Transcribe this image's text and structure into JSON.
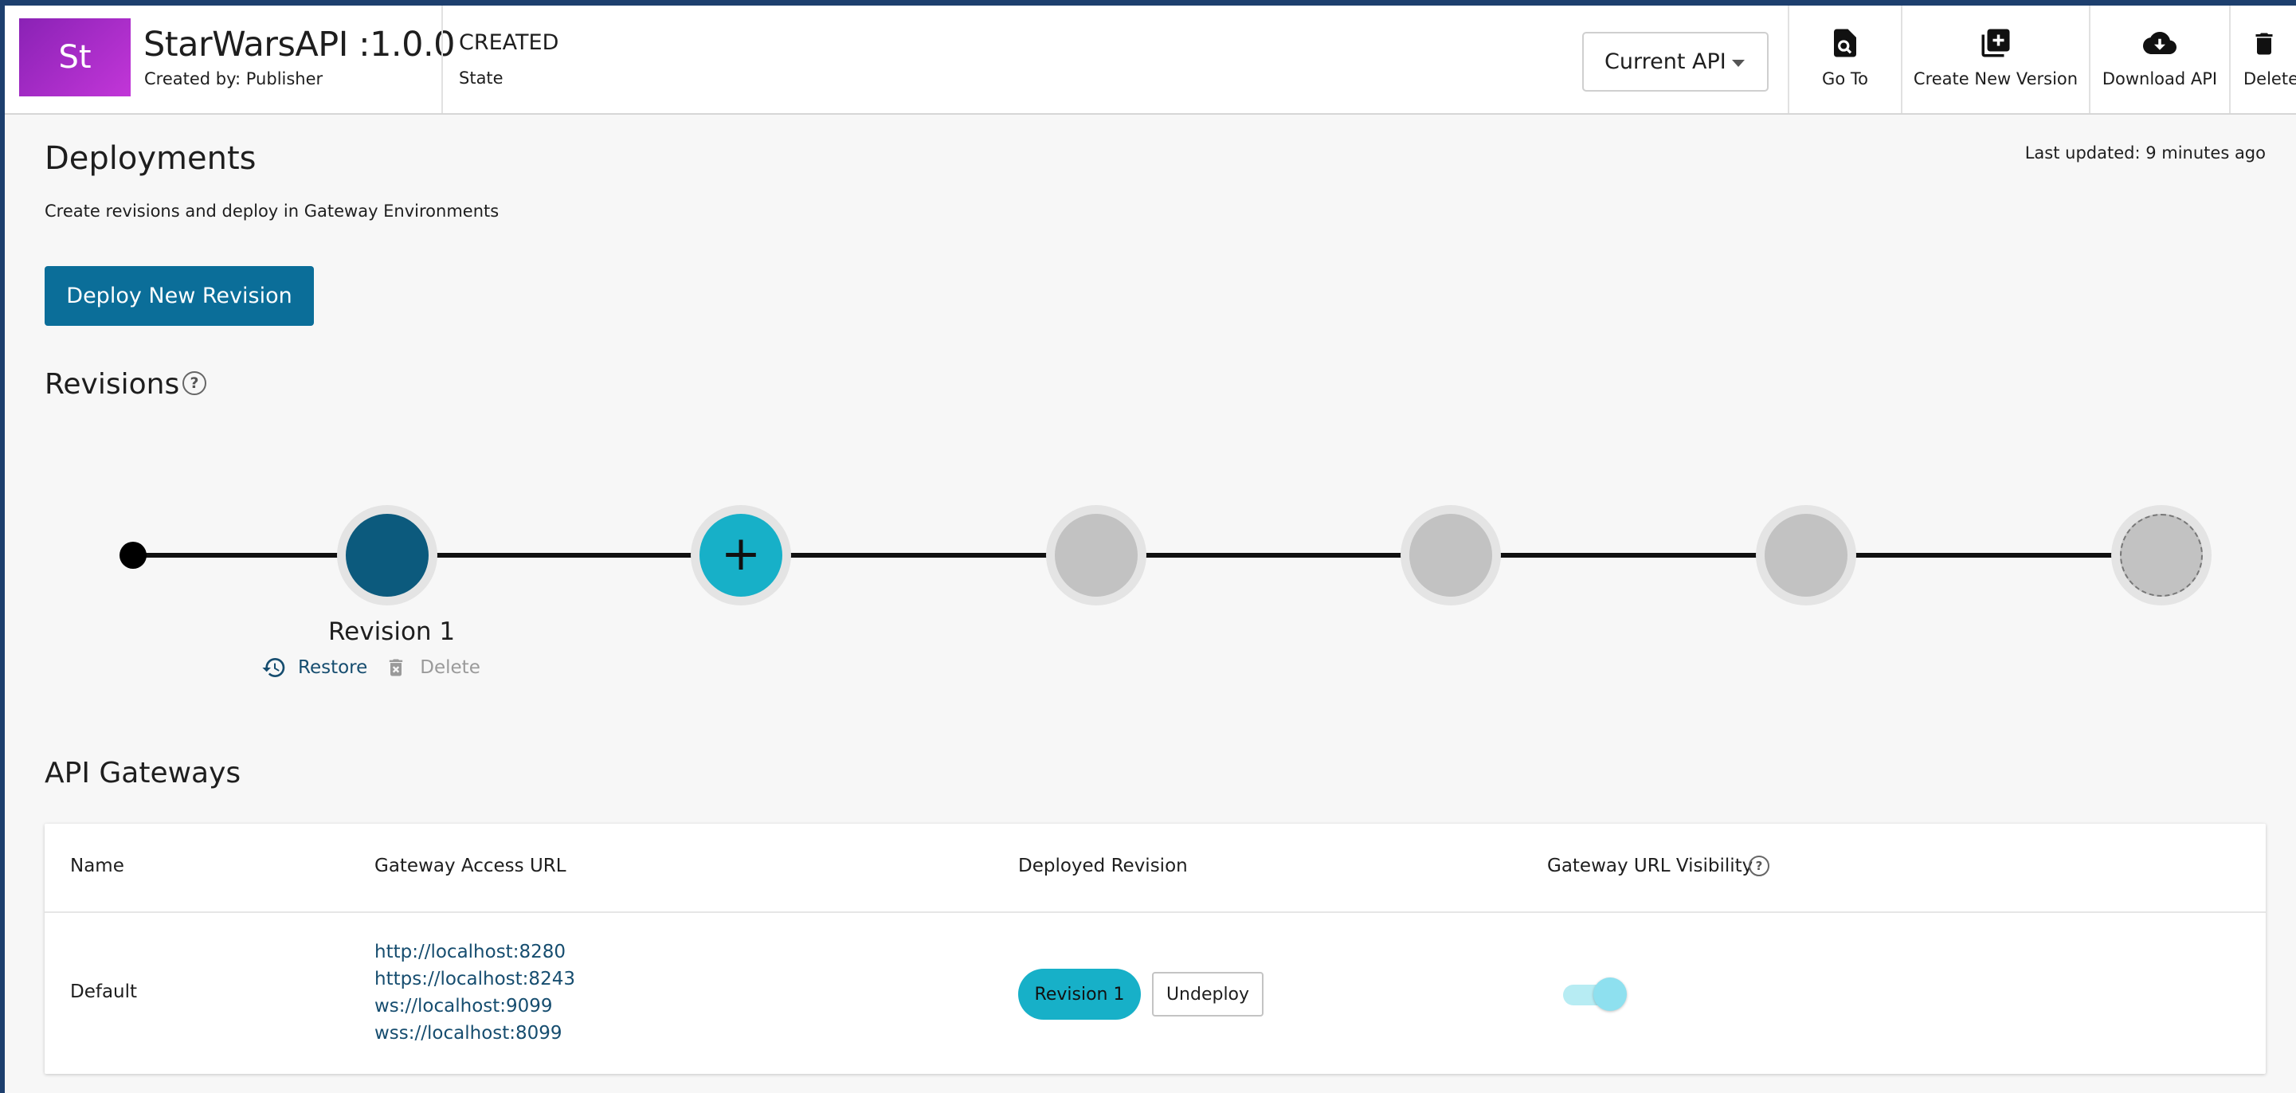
{
  "header": {
    "avatar_initials": "St",
    "api_name": "StarWarsAPI :1.0.0",
    "created_by": "Created by: Publisher",
    "state_value": "CREATED",
    "state_label": "State",
    "version_selector": "Current API",
    "actions": [
      {
        "label": "Go To",
        "icon": "search-document-icon"
      },
      {
        "label": "Create New Version",
        "icon": "library-add-icon"
      },
      {
        "label": "Download API",
        "icon": "cloud-download-icon"
      },
      {
        "label": "Delete",
        "icon": "trash-icon"
      }
    ],
    "accent_color": "#8a22b5"
  },
  "deployments": {
    "title": "Deployments",
    "subtitle": "Create revisions and deploy in Gateway Environments",
    "last_updated": "Last updated: 9 minutes ago",
    "deploy_button": "Deploy New Revision"
  },
  "revisions": {
    "title": "Revisions",
    "help_glyph": "?",
    "add_glyph": "+",
    "nodes": [
      {
        "type": "deployed",
        "label": "Revision 1"
      },
      {
        "type": "add"
      },
      {
        "type": "empty"
      },
      {
        "type": "empty"
      },
      {
        "type": "empty"
      },
      {
        "type": "empty-dashed"
      }
    ],
    "restore_label": "Restore",
    "delete_label": "Delete"
  },
  "gateways": {
    "title": "API Gateways",
    "columns": [
      "Name",
      "Gateway Access URL",
      "Deployed Revision",
      "Gateway URL Visibility"
    ],
    "rows": [
      {
        "name": "Default",
        "urls": [
          "http://localhost:8280",
          "https://localhost:8243",
          "ws://localhost:9099",
          "wss://localhost:8099"
        ],
        "deployed_revision": "Revision 1",
        "undeploy_label": "Undeploy",
        "visibility_on": true
      }
    ]
  }
}
